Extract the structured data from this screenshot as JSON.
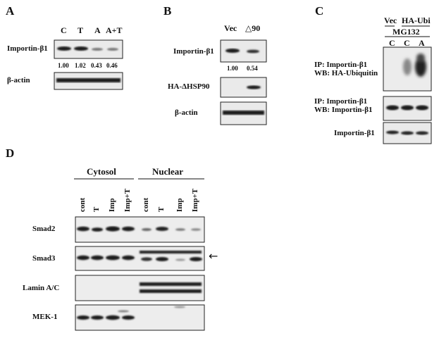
{
  "panels": {
    "a": {
      "letter": "A",
      "lanes": [
        "C",
        "T",
        "A",
        "A+T"
      ],
      "rows": [
        "Importin-β1",
        "β-actin"
      ],
      "quant": [
        "1.00",
        "1.02",
        "0.43",
        "0.46"
      ]
    },
    "b": {
      "letter": "B",
      "lanes": [
        "Vec",
        "△90"
      ],
      "rows": [
        "Importin-β1",
        "HA-ΔHSP90",
        "β-actin"
      ],
      "quant": [
        "1.00",
        "0.54"
      ]
    },
    "c": {
      "letter": "C",
      "group_top": [
        "Vec",
        "HA-Ubi"
      ],
      "treatment": "MG132",
      "lanes": [
        "C",
        "C",
        "A"
      ],
      "row1": [
        "IP: Importin-β1",
        "WB: HA-Ubiquitin"
      ],
      "row2": [
        "IP: Importin-β1",
        "WB: Importin-β1"
      ],
      "row3": "Importin-β1"
    },
    "d": {
      "letter": "D",
      "groups": [
        "Cytosol",
        "Nuclear"
      ],
      "lanes": [
        "cont",
        "T",
        "Imp",
        "Imp+T",
        "cont",
        "T",
        "Imp",
        "Imp+T"
      ],
      "rows": [
        "Smad2",
        "Smad3",
        "Lamin A/C",
        "MEK-1"
      ],
      "arrow": "←"
    }
  },
  "colors": {
    "band": "#1a1a1a",
    "background": "#ffffff"
  }
}
